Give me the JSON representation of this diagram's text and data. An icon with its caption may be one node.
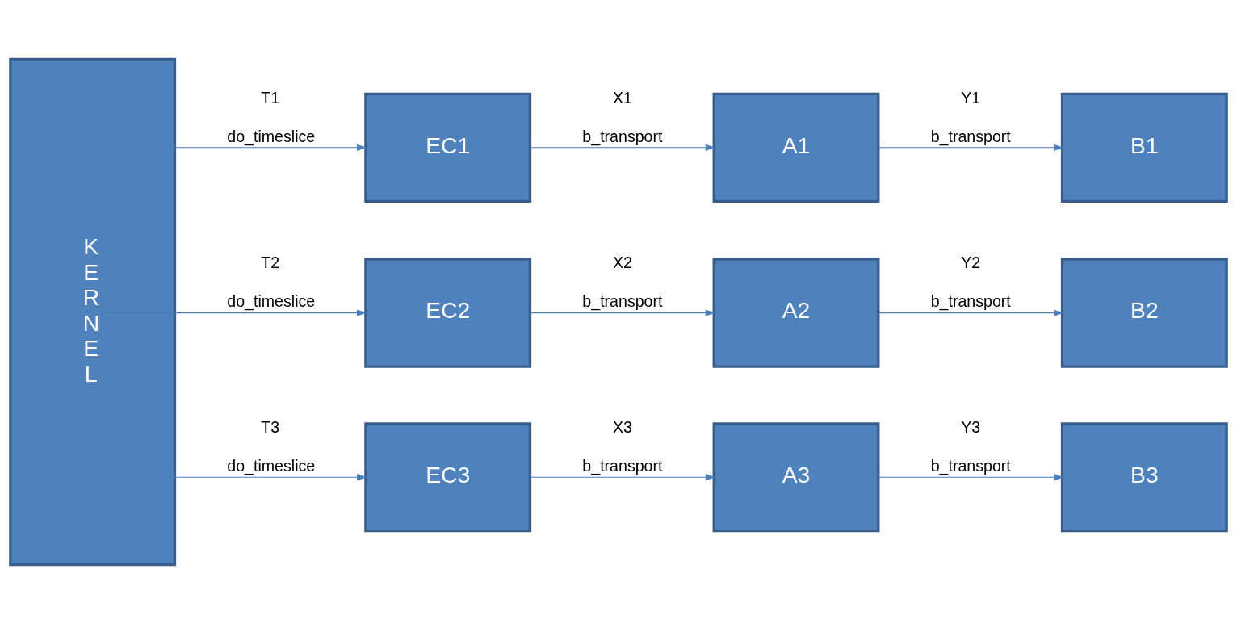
{
  "diagram": {
    "nodes": [
      {
        "text": [
          "K E R N E L"
        ]
      },
      {
        "text": [
          "EC1"
        ]
      },
      {
        "text": [
          "A1"
        ]
      },
      {
        "text": [
          "B1"
        ]
      },
      {
        "text": [
          "EC2"
        ]
      },
      {
        "text": [
          "A2"
        ]
      },
      {
        "text": [
          "B2"
        ]
      },
      {
        "text": [
          "EC3"
        ]
      },
      {
        "text": [
          "A3"
        ]
      },
      {
        "text": [
          "B3"
        ]
      }
    ],
    "edges": [
      {
        "from": 0,
        "to": 1,
        "arrow": "to",
        "label": "T1"
      },
      {
        "from": 1,
        "to": 2,
        "arrow": "to",
        "label": "X1"
      },
      {
        "from": 2,
        "to": 3,
        "arrow": "to",
        "label": "Y1"
      },
      {
        "from": 0,
        "to": 4,
        "arrow": "to",
        "label": "T2"
      },
      {
        "from": 4,
        "to": 5,
        "arrow": "to",
        "label": "X2"
      },
      {
        "from": 5,
        "to": 6,
        "arrow": "to",
        "label": "Y2"
      },
      {
        "from": 0,
        "to": 7,
        "arrow": "to",
        "label": "T3"
      },
      {
        "from": 7,
        "to": 8,
        "arrow": "to",
        "label": "X3"
      },
      {
        "from": 8,
        "to": 9,
        "arrow": "to",
        "label": "Y3"
      }
    ],
    "labels": [
      "do_timeslice",
      "b_transport",
      "b_transport",
      "do_timeslice",
      "b_transport",
      "b_transport",
      "do_timeslice",
      "b_transport",
      "b_transport"
    ]
  }
}
